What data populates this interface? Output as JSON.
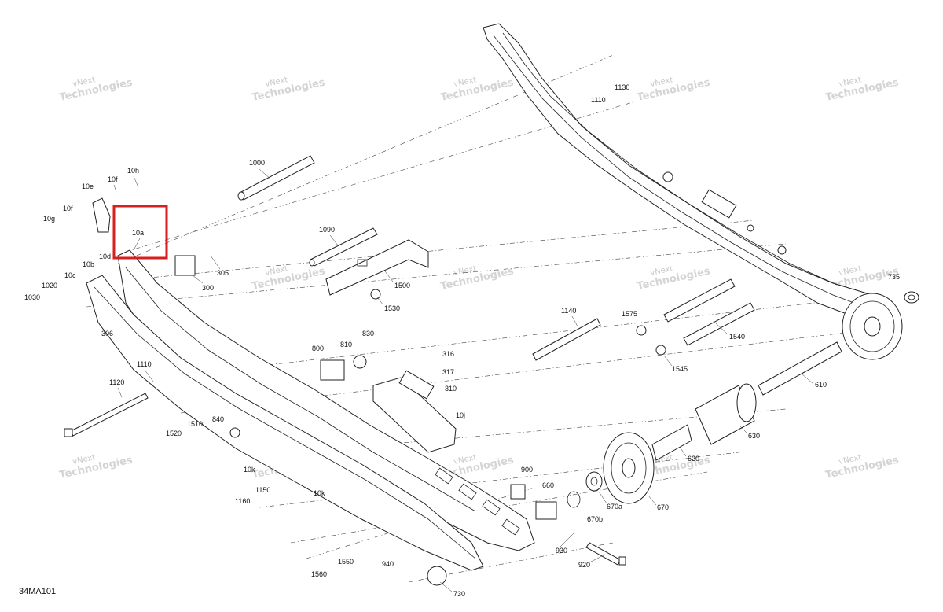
{
  "drawing_id": "34MA101",
  "watermark": {
    "line1": "vNext",
    "line2": "Technologies"
  },
  "highlight_label": "10a",
  "parts": [
    {
      "id": "p1000",
      "label": "1000"
    },
    {
      "id": "p10h",
      "label": "10h"
    },
    {
      "id": "p10f1",
      "label": "10f"
    },
    {
      "id": "p10e",
      "label": "10e"
    },
    {
      "id": "p10f2",
      "label": "10f"
    },
    {
      "id": "p10g",
      "label": "10g"
    },
    {
      "id": "p10a",
      "label": "10a"
    },
    {
      "id": "p10d",
      "label": "10d"
    },
    {
      "id": "p10b",
      "label": "10b"
    },
    {
      "id": "p10c",
      "label": "10c"
    },
    {
      "id": "p1020",
      "label": "1020"
    },
    {
      "id": "p1030",
      "label": "1030"
    },
    {
      "id": "p306",
      "label": "306"
    },
    {
      "id": "p305",
      "label": "305"
    },
    {
      "id": "p300",
      "label": "300"
    },
    {
      "id": "p1090",
      "label": "1090"
    },
    {
      "id": "p1500",
      "label": "1500"
    },
    {
      "id": "p1530",
      "label": "1530"
    },
    {
      "id": "p1110a",
      "label": "1110"
    },
    {
      "id": "p1130",
      "label": "1130"
    },
    {
      "id": "p735",
      "label": "735"
    },
    {
      "id": "p1140",
      "label": "1140"
    },
    {
      "id": "p1575",
      "label": "1575"
    },
    {
      "id": "p1540",
      "label": "1540"
    },
    {
      "id": "p1545",
      "label": "1545"
    },
    {
      "id": "p800",
      "label": "800"
    },
    {
      "id": "p810",
      "label": "810"
    },
    {
      "id": "p830",
      "label": "830"
    },
    {
      "id": "p316",
      "label": "316"
    },
    {
      "id": "p317",
      "label": "317"
    },
    {
      "id": "p310",
      "label": "310"
    },
    {
      "id": "p10j",
      "label": "10j"
    },
    {
      "id": "p1110b",
      "label": "1110"
    },
    {
      "id": "p1120",
      "label": "1120"
    },
    {
      "id": "p1510",
      "label": "1510"
    },
    {
      "id": "p1520",
      "label": "1520"
    },
    {
      "id": "p840",
      "label": "840"
    },
    {
      "id": "p610",
      "label": "610"
    },
    {
      "id": "p630",
      "label": "630"
    },
    {
      "id": "p620",
      "label": "620"
    },
    {
      "id": "p10k1",
      "label": "10k"
    },
    {
      "id": "p10k2",
      "label": "10k"
    },
    {
      "id": "p1150",
      "label": "1150"
    },
    {
      "id": "p1160",
      "label": "1160"
    },
    {
      "id": "p900",
      "label": "900"
    },
    {
      "id": "p660",
      "label": "660"
    },
    {
      "id": "p670a",
      "label": "670a"
    },
    {
      "id": "p670",
      "label": "670"
    },
    {
      "id": "p670b",
      "label": "670b"
    },
    {
      "id": "p930",
      "label": "930"
    },
    {
      "id": "p920",
      "label": "920"
    },
    {
      "id": "p1550",
      "label": "1550"
    },
    {
      "id": "p1560",
      "label": "1560"
    },
    {
      "id": "p940",
      "label": "940"
    },
    {
      "id": "p730",
      "label": "730"
    }
  ]
}
